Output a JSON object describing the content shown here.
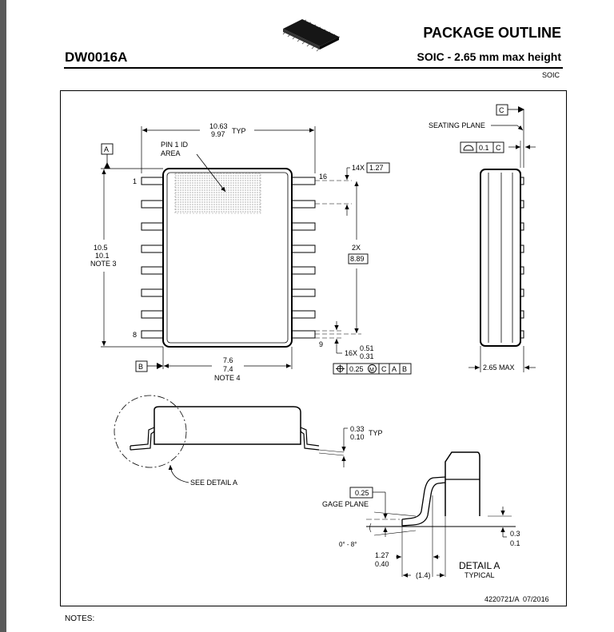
{
  "header": {
    "title": "PACKAGE OUTLINE",
    "part_number": "DW0016A",
    "subtitle": "SOIC - 2.65 mm max height",
    "package_tag": "SOIC"
  },
  "top_view": {
    "width_top": "10.63",
    "width_bottom": "9.97",
    "width_suffix": "TYP",
    "pin1_line1": "PIN 1 ID",
    "pin1_line2": "AREA",
    "datum_a": "A",
    "datum_b": "B",
    "pin_1": "1",
    "pin_8": "8",
    "pin_9": "9",
    "pin_16": "16",
    "pitch_prefix": "14X",
    "pitch": "1.27",
    "span_prefix": "2X",
    "span": "8.89",
    "length_1": "10.5",
    "length_2": "10.1",
    "length_note": "NOTE 3",
    "lead_prefix": "16X",
    "lead_width_1": "0.51",
    "lead_width_2": "0.31",
    "position_tol": "0.25",
    "modifier": "M",
    "ref_c": "C",
    "ref_a": "A",
    "ref_b": "B",
    "body_width_1": "7.6",
    "body_width_2": "7.4",
    "body_width_note": "NOTE 4"
  },
  "side_view": {
    "datum_c": "C",
    "seating_plane": "SEATING PLANE",
    "flatness": "0.1",
    "flatness_ref": "C",
    "height": "2.65 MAX"
  },
  "section_view": {
    "lead_thickness_1": "0.33",
    "lead_thickness_2": "0.10",
    "lead_thickness_suffix": "TYP",
    "see_detail": "SEE DETAIL A"
  },
  "detail_a": {
    "gage_value": "0.25",
    "gage_plane": "GAGE PLANE",
    "angle": "0° - 8°",
    "standoff_1": "0.3",
    "standoff_2": "0.1",
    "foot_1": "1.27",
    "foot_2": "0.40",
    "foot_ref": "(1.4)",
    "title": "DETAIL A",
    "subtitle": "TYPICAL"
  },
  "footer": {
    "drawing_ref": "4220721/A  07/2016",
    "notes": "NOTES:"
  }
}
